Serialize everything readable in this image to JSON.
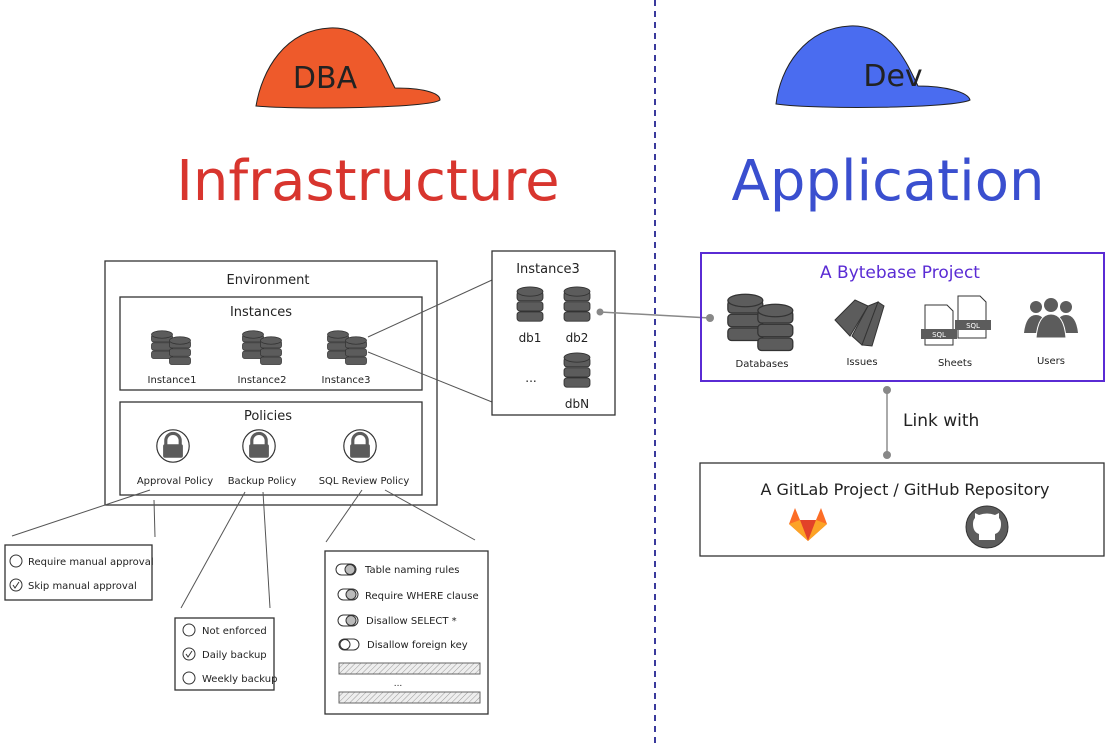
{
  "colors": {
    "dba_hat": "#ee5a2b",
    "infrastructure": "#d8352e",
    "dev_hat": "#4a6cf0",
    "application": "#3a4fcf",
    "bytebase_frame": "#5a2bd4",
    "divider": "#3a3a9c",
    "icon_gray": "#5c5c5c"
  },
  "left": {
    "role": "DBA",
    "title": "Infrastructure",
    "environment": {
      "label": "Environment",
      "instances": {
        "label": "Instances",
        "items": [
          "Instance1",
          "Instance2",
          "Instance3"
        ]
      },
      "policies": {
        "label": "Policies",
        "items": [
          "Approval Policy",
          "Backup Policy",
          "SQL Review Policy"
        ]
      }
    },
    "instance3_detail": {
      "title": "Instance3",
      "databases": [
        "db1",
        "db2",
        "...",
        "dbN"
      ]
    },
    "approval_options": [
      {
        "label": "Require manual approval",
        "checked": false
      },
      {
        "label": "Skip manual approval",
        "checked": true
      }
    ],
    "backup_options": [
      {
        "label": "Not enforced",
        "checked": false
      },
      {
        "label": "Daily backup",
        "checked": true
      },
      {
        "label": "Weekly backup",
        "checked": false
      }
    ],
    "sql_review_rules": [
      {
        "label": "Table naming rules",
        "on": true
      },
      {
        "label": "Require WHERE clause",
        "on": true
      },
      {
        "label": "Disallow SELECT *",
        "on": true
      },
      {
        "label": "Disallow foreign key",
        "on": false
      }
    ],
    "sql_review_more": "..."
  },
  "right": {
    "role": "Dev",
    "title": "Application",
    "bytebase_project": {
      "title": "A Bytebase Project",
      "items": [
        "Databases",
        "Issues",
        "Sheets",
        "Users"
      ],
      "sql_label": "SQL"
    },
    "link_label": "Link with",
    "vcs": {
      "title": "A GitLab Project / GitHub Repository",
      "icons": [
        "gitlab-icon",
        "github-icon"
      ]
    }
  }
}
